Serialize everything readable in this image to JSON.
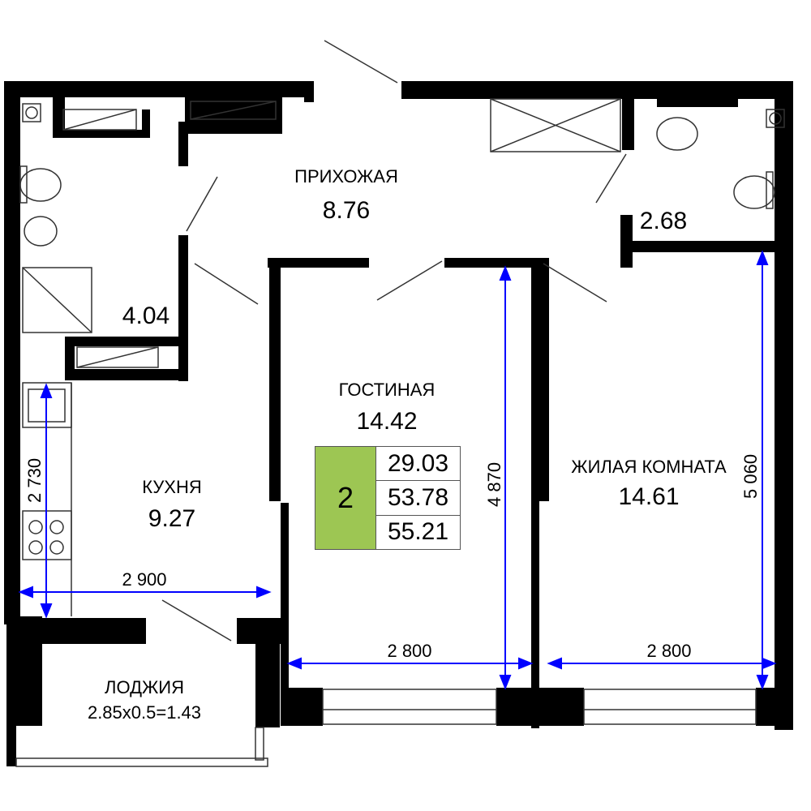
{
  "rooms": {
    "hallway": {
      "name": "ПРИХОЖАЯ",
      "area": "8.76"
    },
    "bathroom1": {
      "area": "4.04"
    },
    "bathroom2": {
      "area": "2.68"
    },
    "living": {
      "name": "ГОСТИНАЯ",
      "area": "14.42"
    },
    "kitchen": {
      "name": "КУХНЯ",
      "area": "9.27"
    },
    "bedroom": {
      "name": "ЖИЛАЯ КОМНАТА",
      "area": "14.61"
    },
    "loggia": {
      "name": "ЛОДЖИЯ",
      "area": "2.85x0.5=1.43"
    }
  },
  "summary": {
    "room_count": "2",
    "living_area": "29.03",
    "total_area": "53.78",
    "total_with_loggia": "55.21",
    "accent_color": "#9dc653"
  },
  "dimensions": {
    "kitchen_width": "2 900",
    "kitchen_length": "2 730",
    "living_width": "2 800",
    "living_length": "4 870",
    "bedroom_width": "2 800",
    "bedroom_length": "5 060"
  },
  "colors": {
    "wall": "#000000",
    "dimension": "#0000ff"
  }
}
